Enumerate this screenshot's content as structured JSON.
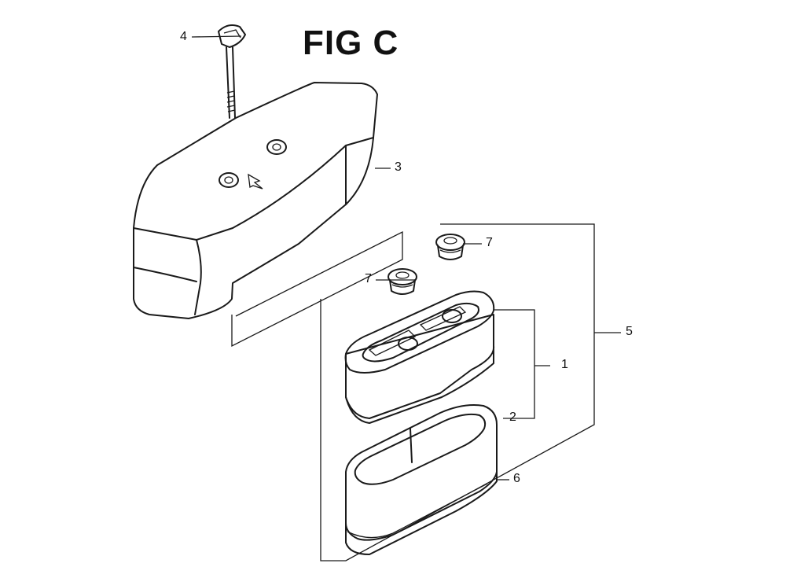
{
  "figure": {
    "title": "FIG C",
    "callouts": {
      "c1": "1",
      "c2": "2",
      "c3": "3",
      "c4": "4",
      "c5": "5",
      "c6": "6",
      "c7a": "7",
      "c7b": "7"
    }
  }
}
